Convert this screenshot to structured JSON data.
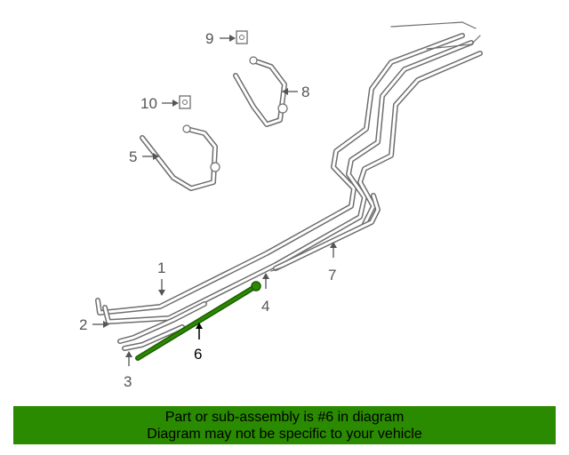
{
  "callouts": {
    "c1": "1",
    "c2": "2",
    "c3": "3",
    "c4": "4",
    "c5": "5",
    "c6": "6",
    "c7": "7",
    "c8": "8",
    "c9": "9",
    "c10": "10"
  },
  "highlight_color": "#2a8a00",
  "banner": {
    "line1": "Part or sub-assembly is #6 in diagram",
    "line2": "Diagram may not be specific to your vehicle"
  }
}
